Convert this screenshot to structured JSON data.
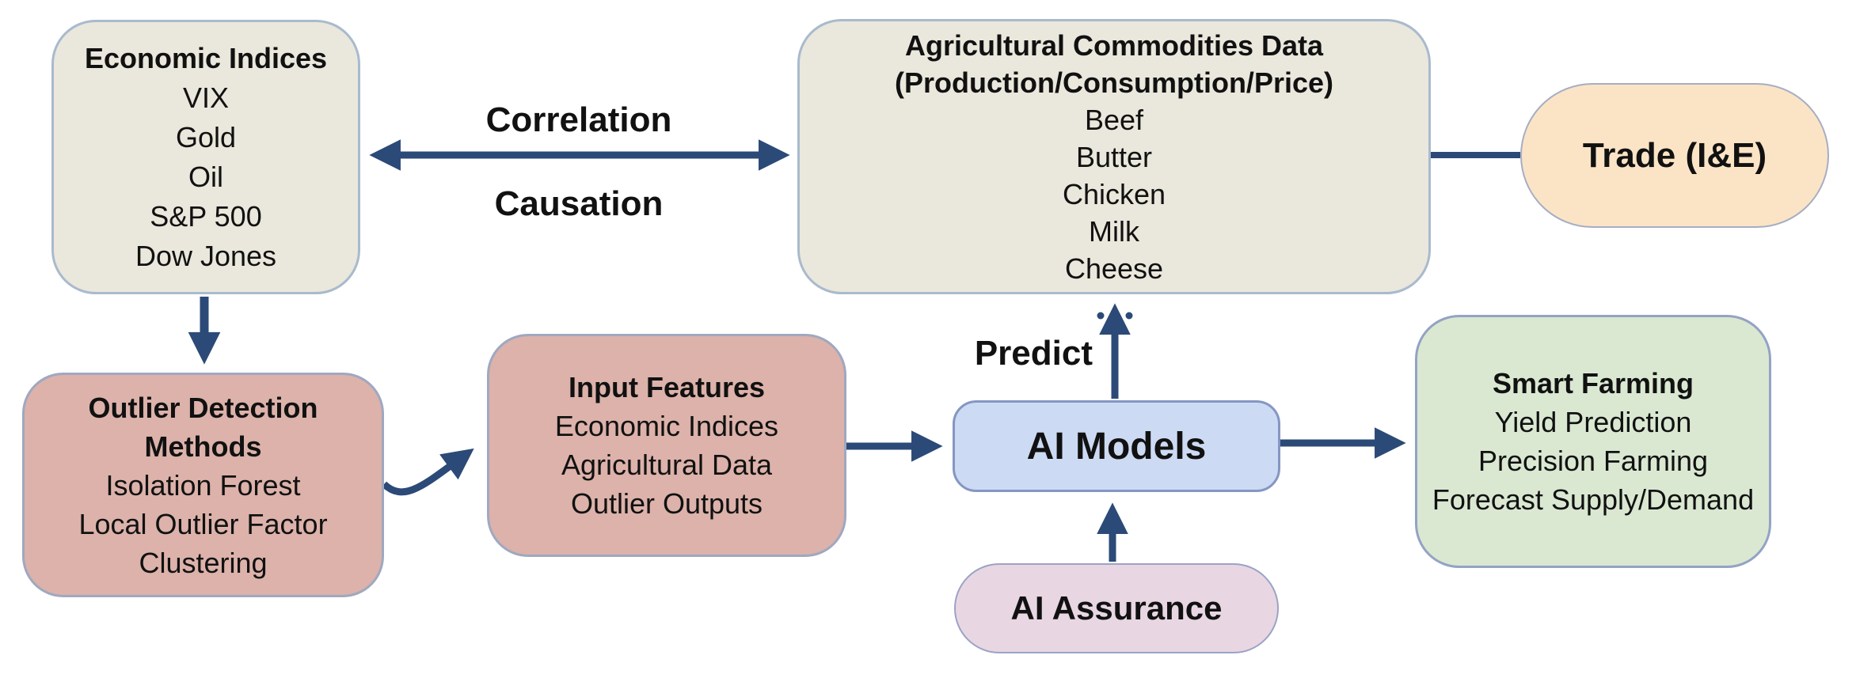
{
  "colors": {
    "arrow": "#2C4A77",
    "text": "#111111",
    "background": "#FFFFFF"
  },
  "edge_labels": {
    "correlation": "Correlation",
    "causation": "Causation",
    "predict": "Predict"
  },
  "nodes": {
    "economic_indices": {
      "title": "Economic Indices",
      "items": [
        "VIX",
        "Gold",
        "Oil",
        "S&P 500",
        "Dow Jones"
      ],
      "fill": "#EAE7DC",
      "border": "#A9BACD"
    },
    "agricultural_commodities": {
      "title_line1": "Agricultural Commodities Data",
      "title_line2": "(Production/Consumption/Price)",
      "items": [
        "Beef",
        "Butter",
        "Chicken",
        "Milk",
        "Cheese"
      ],
      "fill": "#EAE7DC",
      "border": "#A9BACD"
    },
    "trade": {
      "title": "Trade (I&E)",
      "fill": "#FBE4C6",
      "border": "#A5AEC2"
    },
    "outlier_detection": {
      "title": "Outlier Detection Methods",
      "items": [
        "Isolation Forest",
        "Local Outlier Factor",
        "Clustering"
      ],
      "fill": "#DCB2AA",
      "border": "#9FA8C0"
    },
    "input_features": {
      "title": "Input Features",
      "items": [
        "Economic Indices",
        "Agricultural Data",
        "Outlier Outputs"
      ],
      "fill": "#DCB2AA",
      "border": "#9FA8C0"
    },
    "ai_models": {
      "title": "AI Models",
      "fill": "#CDDAF3",
      "border": "#8496C2"
    },
    "smart_farming": {
      "title": "Smart Farming",
      "items": [
        "Yield Prediction",
        "Precision Farming",
        "Forecast Supply/Demand"
      ],
      "fill": "#DAE8D2",
      "border": "#93A3C4"
    },
    "ai_assurance": {
      "title": "AI Assurance",
      "fill": "#E8D7E2",
      "border": "#9BA3C6"
    }
  }
}
